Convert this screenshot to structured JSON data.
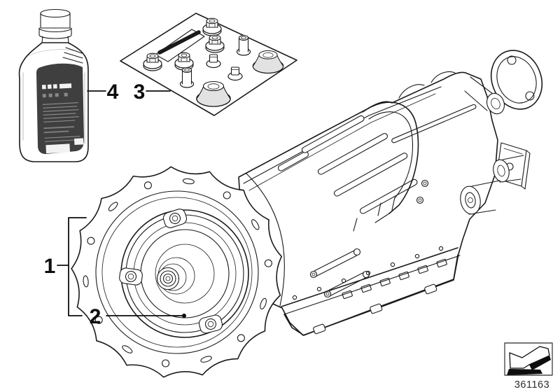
{
  "callouts": {
    "item1": {
      "label": "1"
    },
    "item2": {
      "label": "2"
    },
    "item3": {
      "label": "3"
    },
    "item4": {
      "label": "4"
    }
  },
  "footer": {
    "part_number": "361163",
    "arrow_icon": "direction-arrow-down-left"
  },
  "colors": {
    "line": "#1a1a1a",
    "bottle_label": "#3f3f3f",
    "shade": "#e2e2e2",
    "callout_text": "#0d0d0d",
    "background": "#ffffff"
  }
}
